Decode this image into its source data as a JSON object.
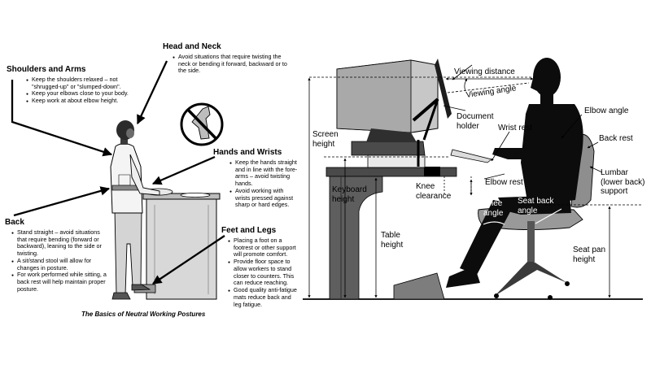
{
  "left_panel": {
    "shoulders_arms": {
      "title": "Shoulders and Arms",
      "bullets": [
        "Keep the shoulders relaxed – not \"shrugged-up\" or \"slumped-down\".",
        "Keep your elbows close to your body.",
        "Keep work at about elbow height."
      ]
    },
    "head_neck": {
      "title": "Head and Neck",
      "bullets": [
        "Avoid situations that require twisting the neck or bending it forward, backward or to the side."
      ]
    },
    "hands_wrists": {
      "title": "Hands and Wrists",
      "bullets": [
        "Keep the hands straight and in line with the fore-arms – avoid twisting hands.",
        "Avoid working with wrists pressed against sharp or hard edges."
      ]
    },
    "back": {
      "title": "Back",
      "bullets": [
        "Stand straight – avoid situations that require bending (forward or backward), leaning to the side or twisting.",
        "A sit/stand stool will allow for changes in posture.",
        "For work performed while sitting, a back rest will help maintain proper posture."
      ]
    },
    "feet_legs": {
      "title": "Feet and Legs",
      "bullets": [
        "Placing a foot on a footrest or other support will promote comfort.",
        "Provide floor space to allow workers to stand closer to counters. This can reduce reaching.",
        "Good quality anti-fatigue mats reduce back and leg fatigue."
      ]
    },
    "caption": "The Basics of Neutral Working Postures"
  },
  "right_panel": {
    "labels": {
      "viewing_distance": "Viewing distance",
      "viewing_angle": "Viewing angle",
      "document_holder": "Document holder",
      "wrist_rest": "Wrist rest",
      "elbow_angle": "Elbow angle",
      "back_rest": "Back rest",
      "screen_height": "Screen height",
      "lumbar_support": "Lumbar (lower back) support",
      "elbow_rest": "Elbow rest",
      "keyboard_height": "Keyboard height",
      "knee_clearance": "Knee clearance",
      "knee_angle": "Knee angle",
      "seat_back_angle": "Seat back angle",
      "table_height": "Table height",
      "seat_pan_height": "Seat pan height"
    }
  }
}
